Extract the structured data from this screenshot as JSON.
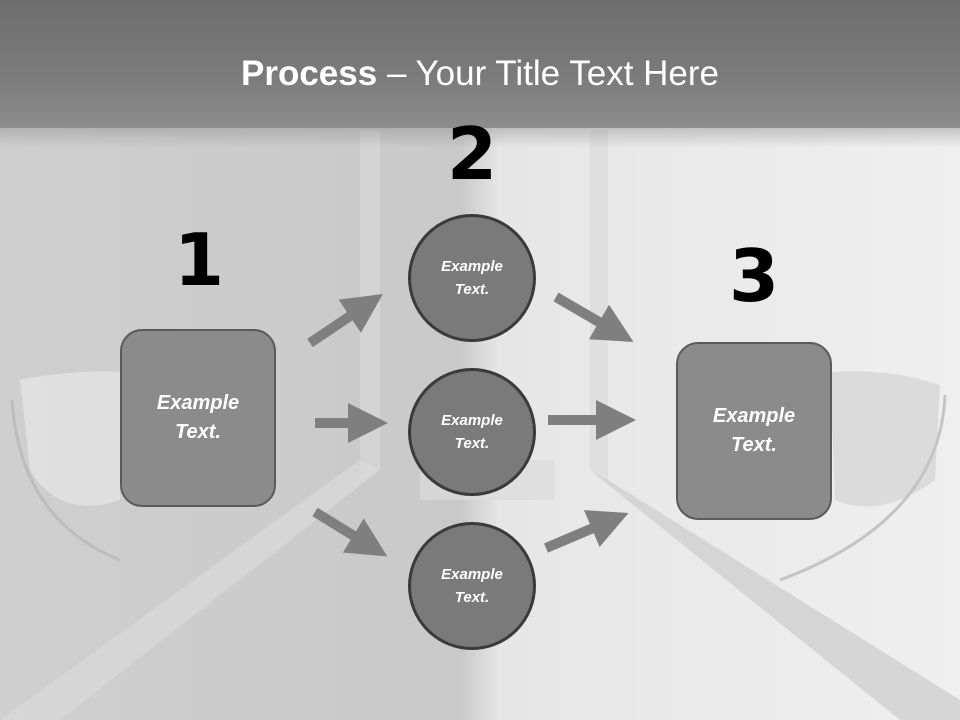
{
  "title": {
    "bold": "Process",
    "rest": " – Your Title Text Here"
  },
  "steps": [
    {
      "number": "1",
      "text_line1": "Example",
      "text_line2": "Text."
    },
    {
      "number": "2",
      "text_line1": "Example",
      "text_line2": "Text."
    },
    {
      "number": "3",
      "text_line1": "Example",
      "text_line2": "Text."
    }
  ],
  "circles": [
    {
      "text_line1": "Example",
      "text_line2": "Text."
    },
    {
      "text_line1": "Example",
      "text_line2": "Text."
    },
    {
      "text_line1": "Example",
      "text_line2": "Text."
    }
  ],
  "colors": {
    "box_fill": "#8b8b8b",
    "circle_fill": "#7a7a7a",
    "arrow": "#7f7f7f",
    "header": "#737373"
  }
}
